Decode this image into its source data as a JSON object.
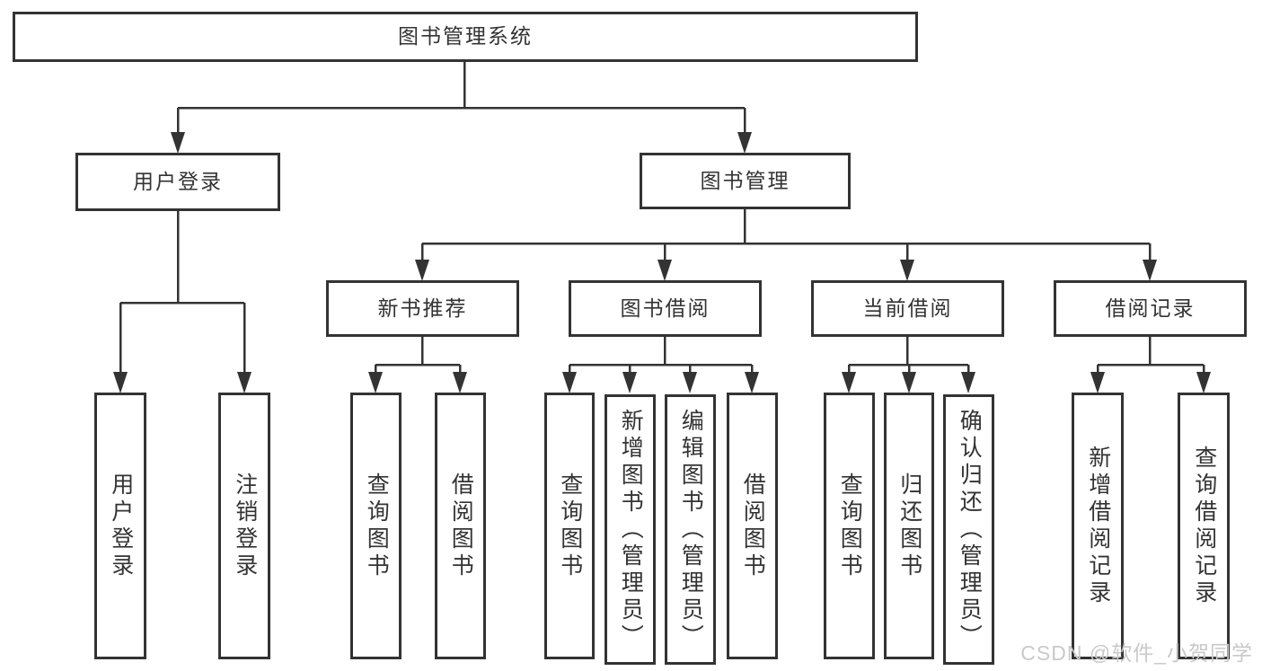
{
  "tree": {
    "root": {
      "label": "图书管理系统"
    },
    "branches": [
      {
        "label": "用户登录",
        "children": [
          "用户登录",
          "注销登录"
        ]
      },
      {
        "label": "图书管理",
        "sections": [
          {
            "label": "新书推荐",
            "children": [
              "查询图书",
              "借阅图书"
            ]
          },
          {
            "label": "图书借阅",
            "children": [
              "查询图书",
              "新增图书（管理员）",
              "编辑图书（管理员）",
              "借阅图书"
            ]
          },
          {
            "label": "当前借阅",
            "children": [
              "查询图书",
              "归还图书",
              "确认归还（管理员）"
            ]
          },
          {
            "label": "借阅记录",
            "children": [
              "新增借阅记录",
              "查询借阅记录"
            ]
          }
        ]
      }
    ]
  },
  "watermark": {
    "text": "CSDN @软件_小贺同学"
  },
  "colors": {
    "line": "#333333",
    "text": "#333333",
    "watermark": "#c9c9c9",
    "background": "#ffffff"
  }
}
